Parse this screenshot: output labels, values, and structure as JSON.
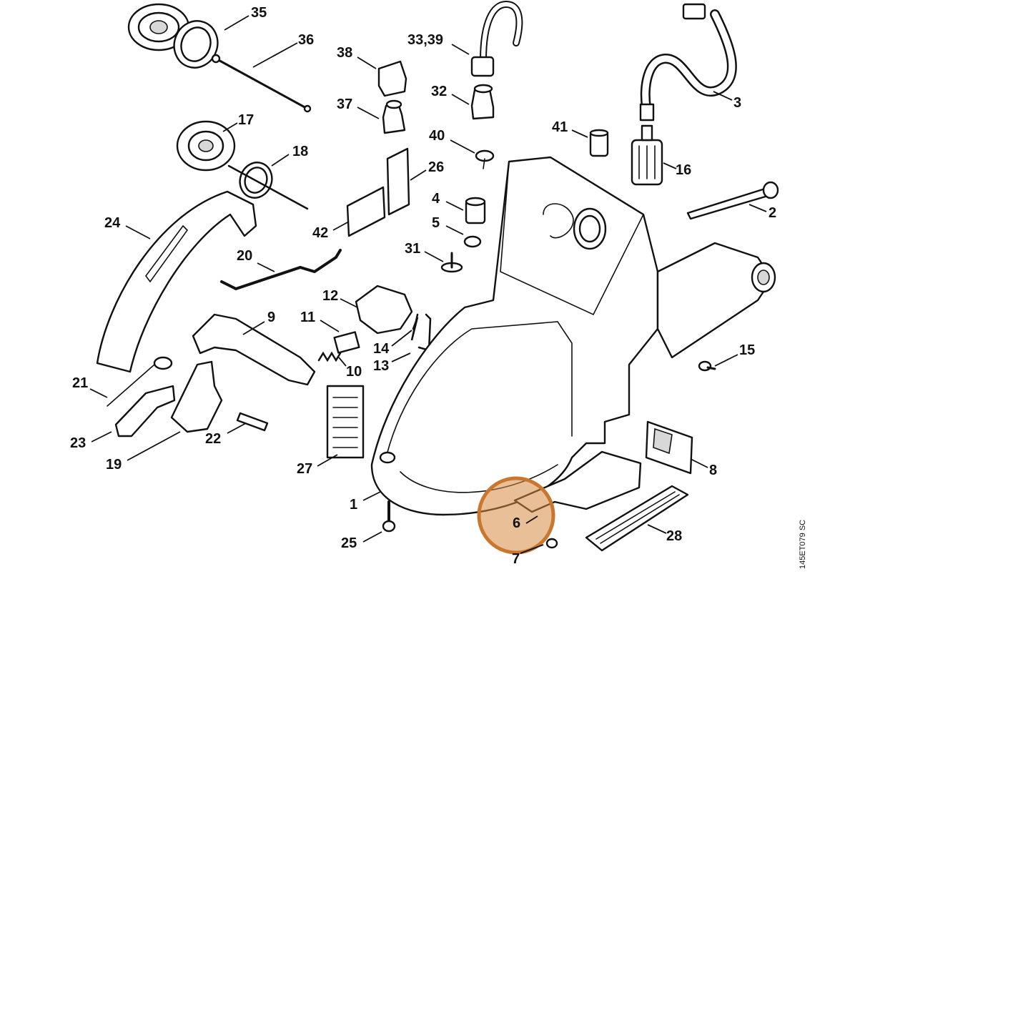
{
  "diagram": {
    "drawing_code": "145ET079 SC",
    "highlight": {
      "part": "6",
      "color": "#d68a40"
    },
    "callouts": [
      {
        "id": "c35",
        "label": "35"
      },
      {
        "id": "c36",
        "label": "36"
      },
      {
        "id": "c38",
        "label": "38"
      },
      {
        "id": "c3339",
        "label": "33,39"
      },
      {
        "id": "c32",
        "label": "32"
      },
      {
        "id": "c37",
        "label": "37"
      },
      {
        "id": "c3",
        "label": "3"
      },
      {
        "id": "c17",
        "label": "17"
      },
      {
        "id": "c18",
        "label": "18"
      },
      {
        "id": "c40",
        "label": "40"
      },
      {
        "id": "c41",
        "label": "41"
      },
      {
        "id": "c16",
        "label": "16"
      },
      {
        "id": "c26",
        "label": "26"
      },
      {
        "id": "c24",
        "label": "24"
      },
      {
        "id": "c4",
        "label": "4"
      },
      {
        "id": "c5",
        "label": "5"
      },
      {
        "id": "c42",
        "label": "42"
      },
      {
        "id": "c2",
        "label": "2"
      },
      {
        "id": "c31",
        "label": "31"
      },
      {
        "id": "c20",
        "label": "20"
      },
      {
        "id": "c12",
        "label": "12"
      },
      {
        "id": "c9",
        "label": "9"
      },
      {
        "id": "c11",
        "label": "11"
      },
      {
        "id": "c14",
        "label": "14"
      },
      {
        "id": "c10",
        "label": "10"
      },
      {
        "id": "c13",
        "label": "13"
      },
      {
        "id": "c15",
        "label": "15"
      },
      {
        "id": "c21",
        "label": "21"
      },
      {
        "id": "c23",
        "label": "23"
      },
      {
        "id": "c22",
        "label": "22"
      },
      {
        "id": "c19",
        "label": "19"
      },
      {
        "id": "c27",
        "label": "27"
      },
      {
        "id": "c8",
        "label": "8"
      },
      {
        "id": "c1",
        "label": "1"
      },
      {
        "id": "c6",
        "label": "6"
      },
      {
        "id": "c28",
        "label": "28"
      },
      {
        "id": "c25",
        "label": "25"
      },
      {
        "id": "c7",
        "label": "7"
      }
    ]
  }
}
